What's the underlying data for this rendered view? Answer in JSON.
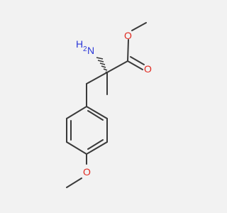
{
  "molecule": {
    "colors": {
      "bond": "#3a3a3a",
      "oxygen": "#e0281e",
      "nitrogen": "#2a36d8",
      "background": "#f2f2f2"
    },
    "labels": {
      "amine_h": "H",
      "amine_sub": "2",
      "amine_n": "N",
      "carbonyl_o": "O",
      "ester_o": "O",
      "ether_o": "O"
    }
  }
}
